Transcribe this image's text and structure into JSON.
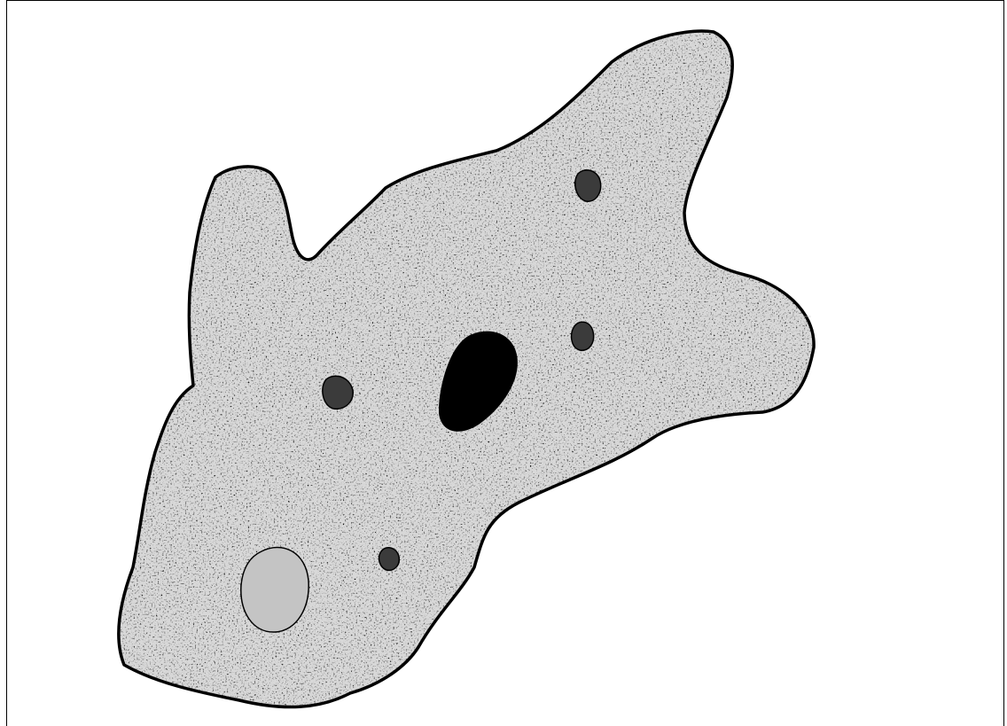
{
  "diagram": {
    "main_shape": {
      "texture": "granite",
      "fill_color": "#a8a8a8",
      "outline_color": "#000000"
    },
    "inclusions": [
      {
        "kind": "dark-gray",
        "fill_color": "#3b3b3b"
      },
      {
        "kind": "dark-gray",
        "fill_color": "#3b3b3b"
      },
      {
        "kind": "dark-gray",
        "fill_color": "#3b3b3b"
      },
      {
        "kind": "dark-gray",
        "fill_color": "#3b3b3b"
      },
      {
        "kind": "black",
        "fill_color": "#000000"
      },
      {
        "kind": "light-gray",
        "fill_color": "#c4c4c4"
      }
    ]
  }
}
